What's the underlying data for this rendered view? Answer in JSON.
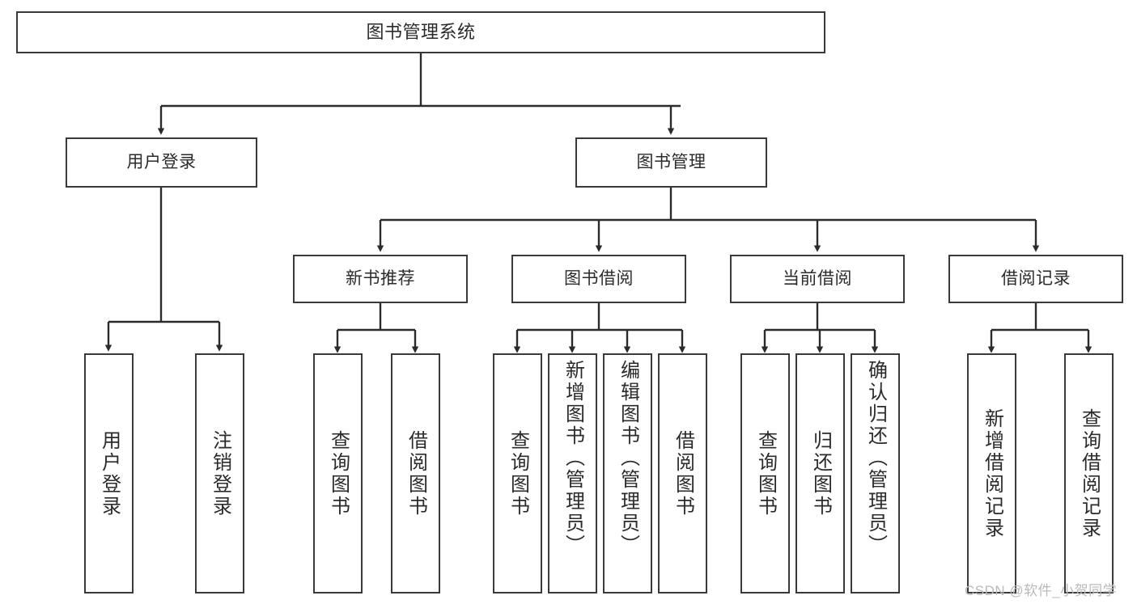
{
  "diagram": {
    "title": "图书管理系统",
    "type": "tree",
    "colors": {
      "box_border": "#3a3a3a",
      "box_fill": "#ffffff",
      "edge": "#2b2b2b",
      "text": "#2b2b2b",
      "watermark": "#b9b9b9",
      "background": "#ffffff"
    },
    "watermark": "CSDN @软件_小贺同学",
    "nodes": {
      "root": {
        "label": "图书管理系统"
      },
      "level2": [
        {
          "label": "用户登录"
        },
        {
          "label": "图书管理"
        }
      ],
      "level3": [
        {
          "label": "新书推荐"
        },
        {
          "label": "图书借阅"
        },
        {
          "label": "当前借阅"
        },
        {
          "label": "借阅记录"
        }
      ],
      "leaves": {
        "user_login": [
          {
            "label": "用户登录"
          },
          {
            "label": "注销登录"
          }
        ],
        "new_book_recommend": [
          {
            "label": "查询图书"
          },
          {
            "label": "借阅图书"
          }
        ],
        "book_borrow": [
          {
            "label": "查询图书"
          },
          {
            "label": "新增图书（管理员）"
          },
          {
            "label": "编辑图书（管理员）"
          },
          {
            "label": "借阅图书"
          }
        ],
        "current_borrow": [
          {
            "label": "查询图书"
          },
          {
            "label": "归还图书"
          },
          {
            "label": "确认归还（管理员）"
          }
        ],
        "borrow_record": [
          {
            "label": "新增借阅记录"
          },
          {
            "label": "查询借阅记录"
          }
        ]
      }
    }
  }
}
